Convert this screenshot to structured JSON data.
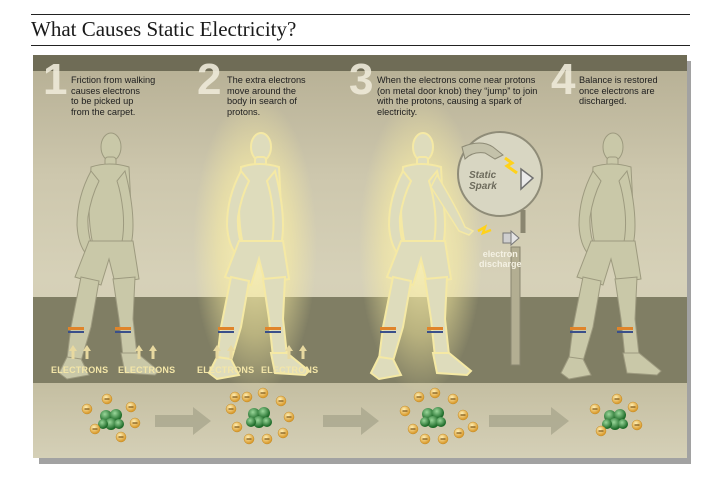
{
  "page": {
    "title": "What Causes Static Electricity?"
  },
  "steps": [
    {
      "number": "1",
      "text_lines": [
        "Friction from walking",
        "causes electrons",
        "to be picked up",
        "from the carpet."
      ]
    },
    {
      "number": "2",
      "text_lines": [
        "The extra electrons",
        "move around the",
        "body in search of",
        "protons."
      ]
    },
    {
      "number": "3",
      "text_lines": [
        "When the electrons come near protons",
        "(on metal door knob) they “jump” to join",
        "with the protons, causing a spark of",
        "electricity."
      ]
    },
    {
      "number": "4",
      "text_lines": [
        "Balance is restored",
        "once electrons are",
        "discharged."
      ]
    }
  ],
  "labels": {
    "electrons": "ELECTRONS",
    "static_spark_lines": [
      "Static",
      "Spark"
    ],
    "electron_discharge_lines": [
      "electron",
      "discharge"
    ]
  },
  "particles": {
    "electron_symbol": "–"
  },
  "colors": {
    "panel_top": "#b5ae93",
    "floor": "#807e64",
    "figure": "#c9c8a8",
    "glow": "#fff2a0",
    "proton": "#2f8a3a",
    "electron": "#e8b64a",
    "arrow": "#9c9a82",
    "electron_arrow": "#e8d9a0",
    "sock_stripe_orange": "#e0842a",
    "sock_stripe_blue": "#3a4f8a"
  },
  "icons": [
    "up-arrow-icon",
    "right-arrow-icon",
    "lightning-bolt-icon",
    "door-knob-icon",
    "finger-icon"
  ]
}
